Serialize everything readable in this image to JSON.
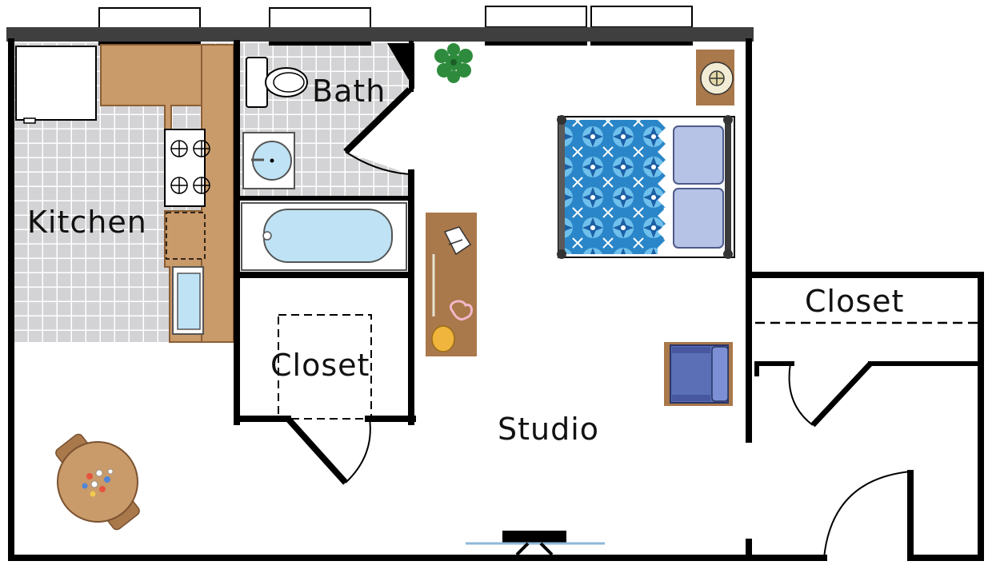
{
  "rooms": {
    "kitchen": "Kitchen",
    "bath": "Bath",
    "closet_left": "Closet",
    "closet_right": "Closet",
    "studio": "Studio"
  },
  "colors": {
    "wall": "#000000",
    "top_wall": "#3f3f3f",
    "tile": "#d3d3d5",
    "tile_line": "#ffffff",
    "counter": "#c99a6a",
    "counter_edge": "#8c5e34",
    "water": "#bfe3f5",
    "water_edge": "#555555",
    "bedspread": "#2a86c8",
    "pillow": "#b7c3e6",
    "chair": "#5a6fb5",
    "wood": "#a9784b",
    "plant": "#2e8b3d"
  },
  "icons": [
    "stove-icon",
    "sink-icon",
    "toilet-icon",
    "bathtub-icon",
    "bed-icon",
    "armchair-icon",
    "plant-icon",
    "lamp-icon",
    "dining-table-icon",
    "refrigerator-icon",
    "dishwasher-icon",
    "desk-icon"
  ]
}
